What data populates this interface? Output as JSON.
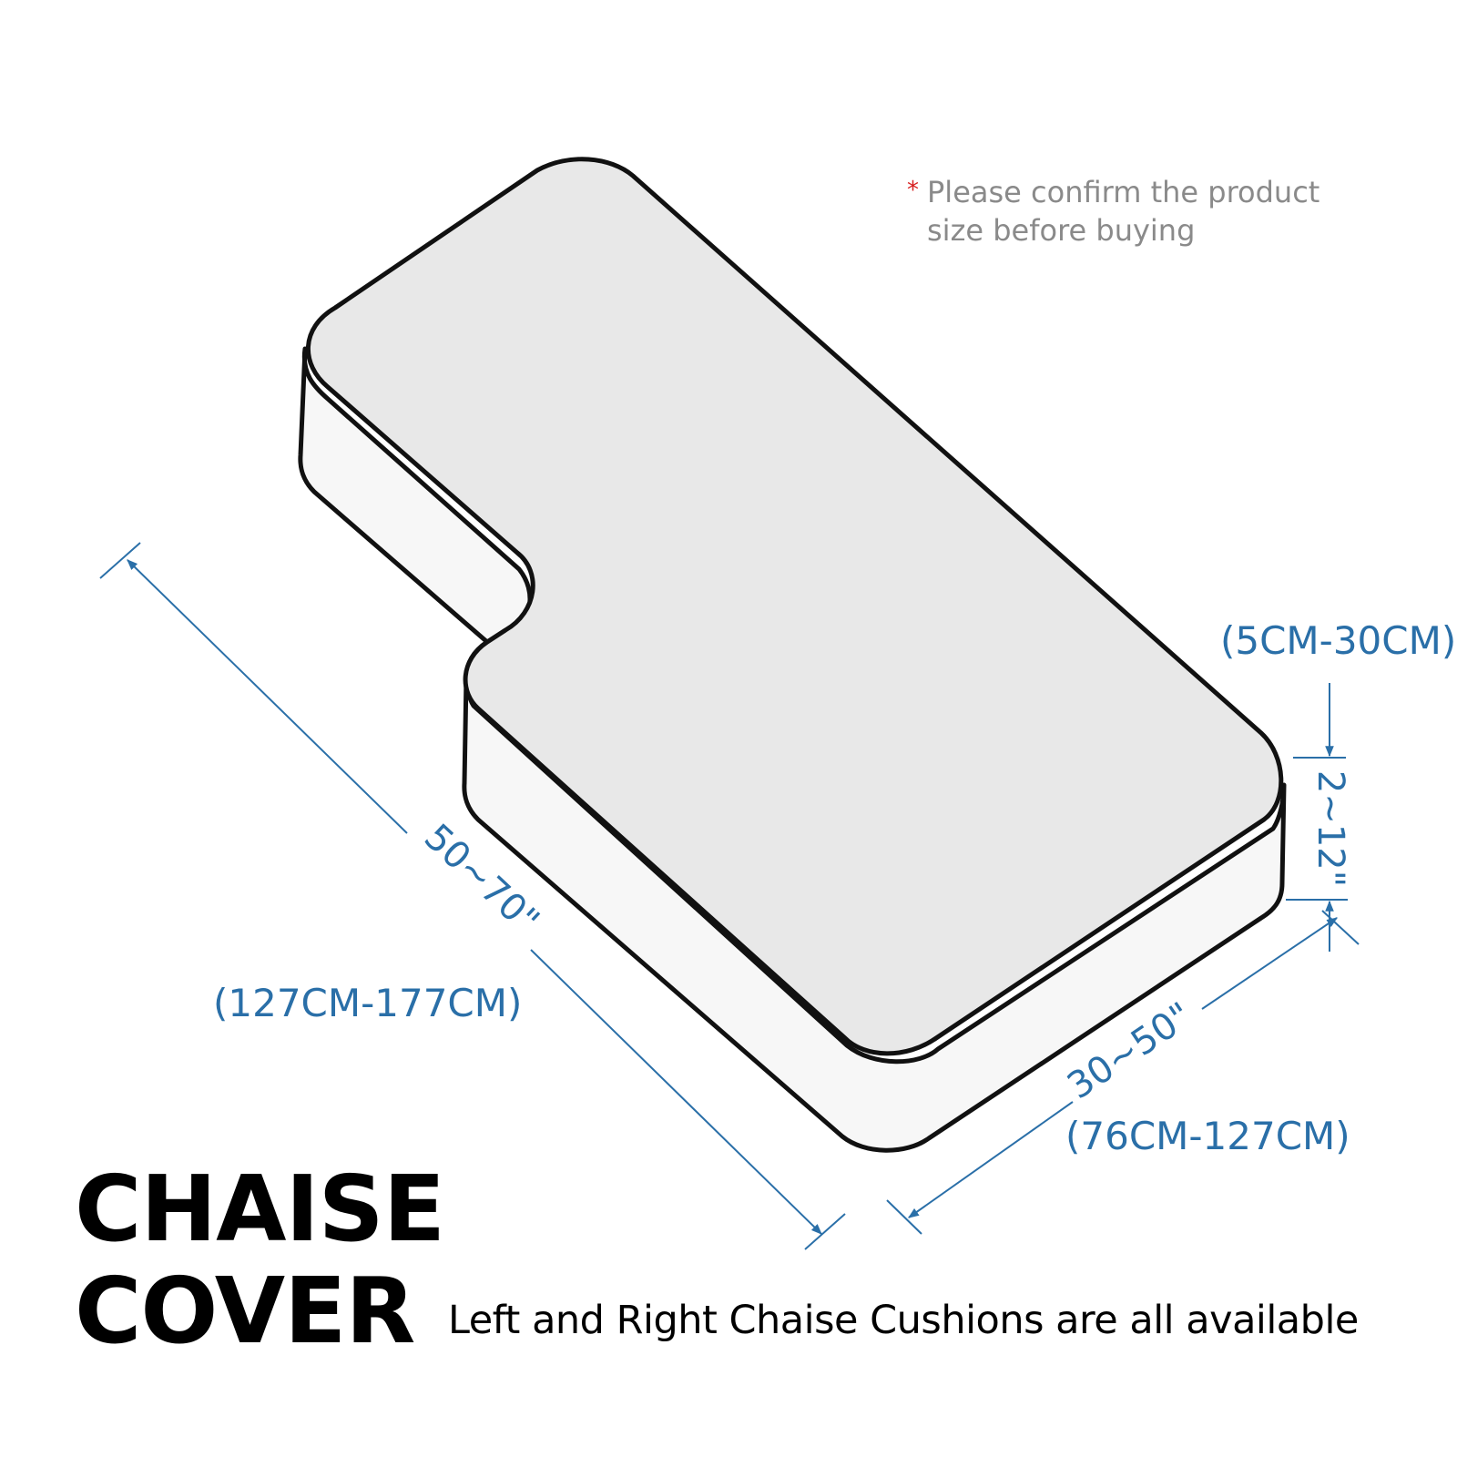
{
  "note": {
    "marker": "*",
    "line1": "Please confirm the product",
    "line2": "size before buying"
  },
  "dimensions": {
    "length_in": "50~70\"",
    "length_cm": "(127CM-177CM)",
    "width_in": "30~50\"",
    "width_cm": "(76CM-127CM)",
    "height_in": "2~12\"",
    "height_cm": "(5CM-30CM)"
  },
  "title": {
    "line1": "CHAISE",
    "line2": "COVER"
  },
  "subtitle": "Left and Right Chaise Cushions are all available",
  "colors": {
    "dimension": "#2a6fa8",
    "outline": "#111111",
    "top_fill": "#e8e8e8",
    "side_fill": "#f7f7f7",
    "note_text": "#8a8a8a",
    "note_marker": "#d61f1f"
  }
}
